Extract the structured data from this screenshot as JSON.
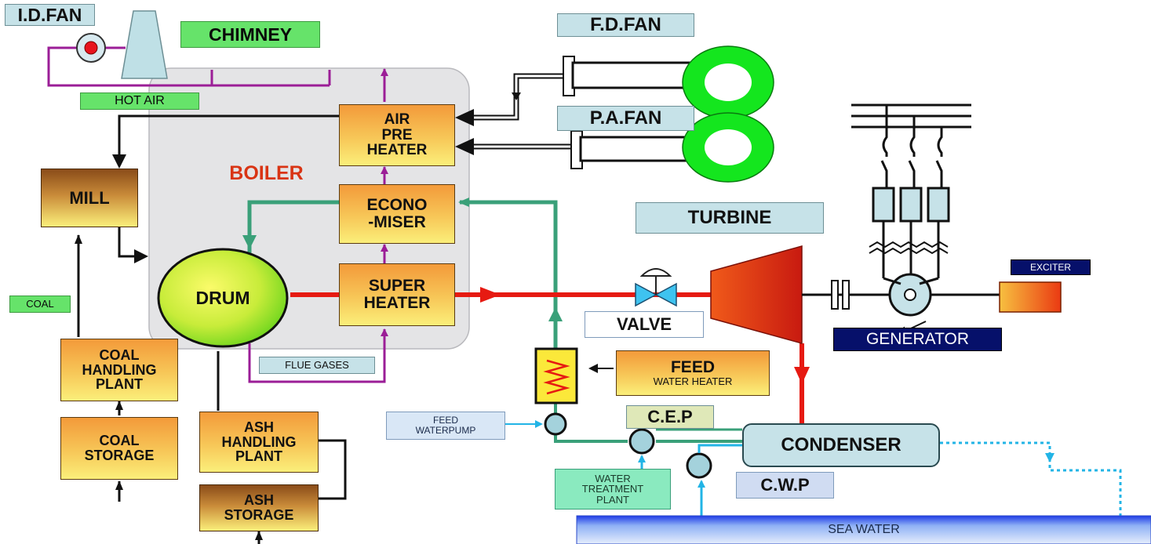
{
  "labels": {
    "id_fan": "I.D.FAN",
    "chimney": "CHIMNEY",
    "hot_air": "HOT AIR",
    "fd_fan": "F.D.FAN",
    "pa_fan": "P.A.FAN",
    "boiler": "BOILER",
    "air_pre_heater": "AIR\nPRE\nHEATER",
    "economiser": "ECONO\n-MISER",
    "super_heater": "SUPER\nHEATER",
    "drum": "DRUM",
    "mill": "MILL",
    "coal": "COAL",
    "coal_handling_plant": "COAL\nHANDLING\nPLANT",
    "coal_storage": "COAL\nSTORAGE",
    "flue_gases": "FLUE GASES",
    "ash_handling_plant": "ASH\nHANDLING\nPLANT",
    "ash_storage": "ASH\nSTORAGE",
    "turbine": "TURBINE",
    "valve": "VALVE",
    "exciter": "EXCITER",
    "generator": "GENERATOR",
    "feed_title": "FEED",
    "feed_subtitle": "WATER HEATER",
    "feed_waterpump": "FEED\nWATERPUMP",
    "cep": "C.E.P",
    "condenser": "CONDENSER",
    "water_treatment_plant": "WATER\nTREATMENT\nPLANT",
    "cwp": "C.W.P",
    "sea_water": "SEA WATER"
  },
  "colors": {
    "steam_line": "#e61a12",
    "water_line": "#3aa079",
    "flue_line": "#9b1e97",
    "cooling_line": "#22b4e6",
    "fan_green": "#14e61e"
  }
}
